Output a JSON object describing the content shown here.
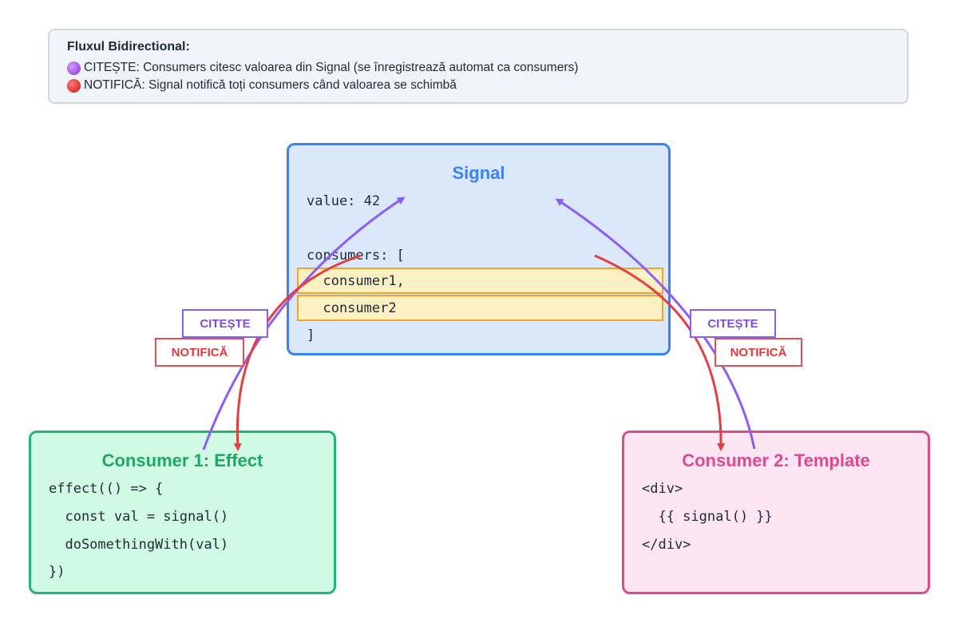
{
  "legend": {
    "title": "Fluxul Bidirectional:",
    "read_text": "CITEȘTE: Consumers citesc valoarea din Signal (se înregistrează automat ca consumers)",
    "notify_text": "NOTIFICĂ: Signal notifică toți consumers când valoarea se schimbă"
  },
  "signal": {
    "title": "Signal",
    "value_line": "value: 42",
    "consumers_open": "consumers: [",
    "consumer1": "  consumer1,",
    "consumer2": "  consumer2",
    "consumers_close": "]"
  },
  "consumer1": {
    "title": "Consumer 1: Effect",
    "lines": [
      "effect(() => {",
      "  const val = signal()",
      "  doSomethingWith(val)",
      "})"
    ]
  },
  "consumer2": {
    "title": "Consumer 2: Template",
    "lines": [
      "<div>",
      "  {{ signal() }}",
      "</div>"
    ]
  },
  "labels": {
    "read": "CITEȘTE",
    "notify": "NOTIFICĂ"
  },
  "colors": {
    "read": "#8b5cf6",
    "notify": "#e53e3e",
    "signal": "#3b82f6",
    "effect": "#22b573",
    "template": "#e0488f"
  }
}
